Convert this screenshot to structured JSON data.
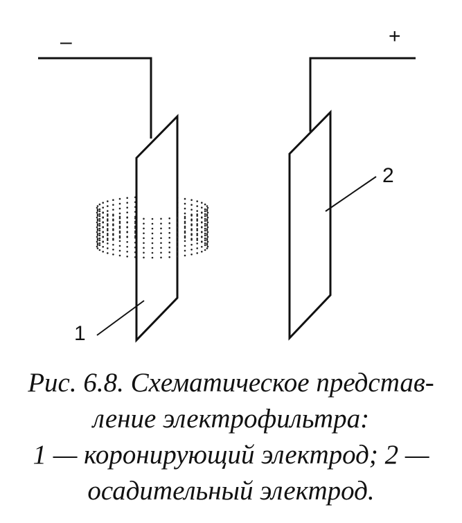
{
  "labels": {
    "minus": "–",
    "plus": "+",
    "electrode_1": "1",
    "electrode_2": "2"
  },
  "caption": {
    "line1": "Рис. 6.8. Схематическое представ-",
    "line2": "ление электрофильтра:",
    "line3": "1 — коронирующий электрод; 2 —",
    "line4": "осадительный электрод."
  }
}
